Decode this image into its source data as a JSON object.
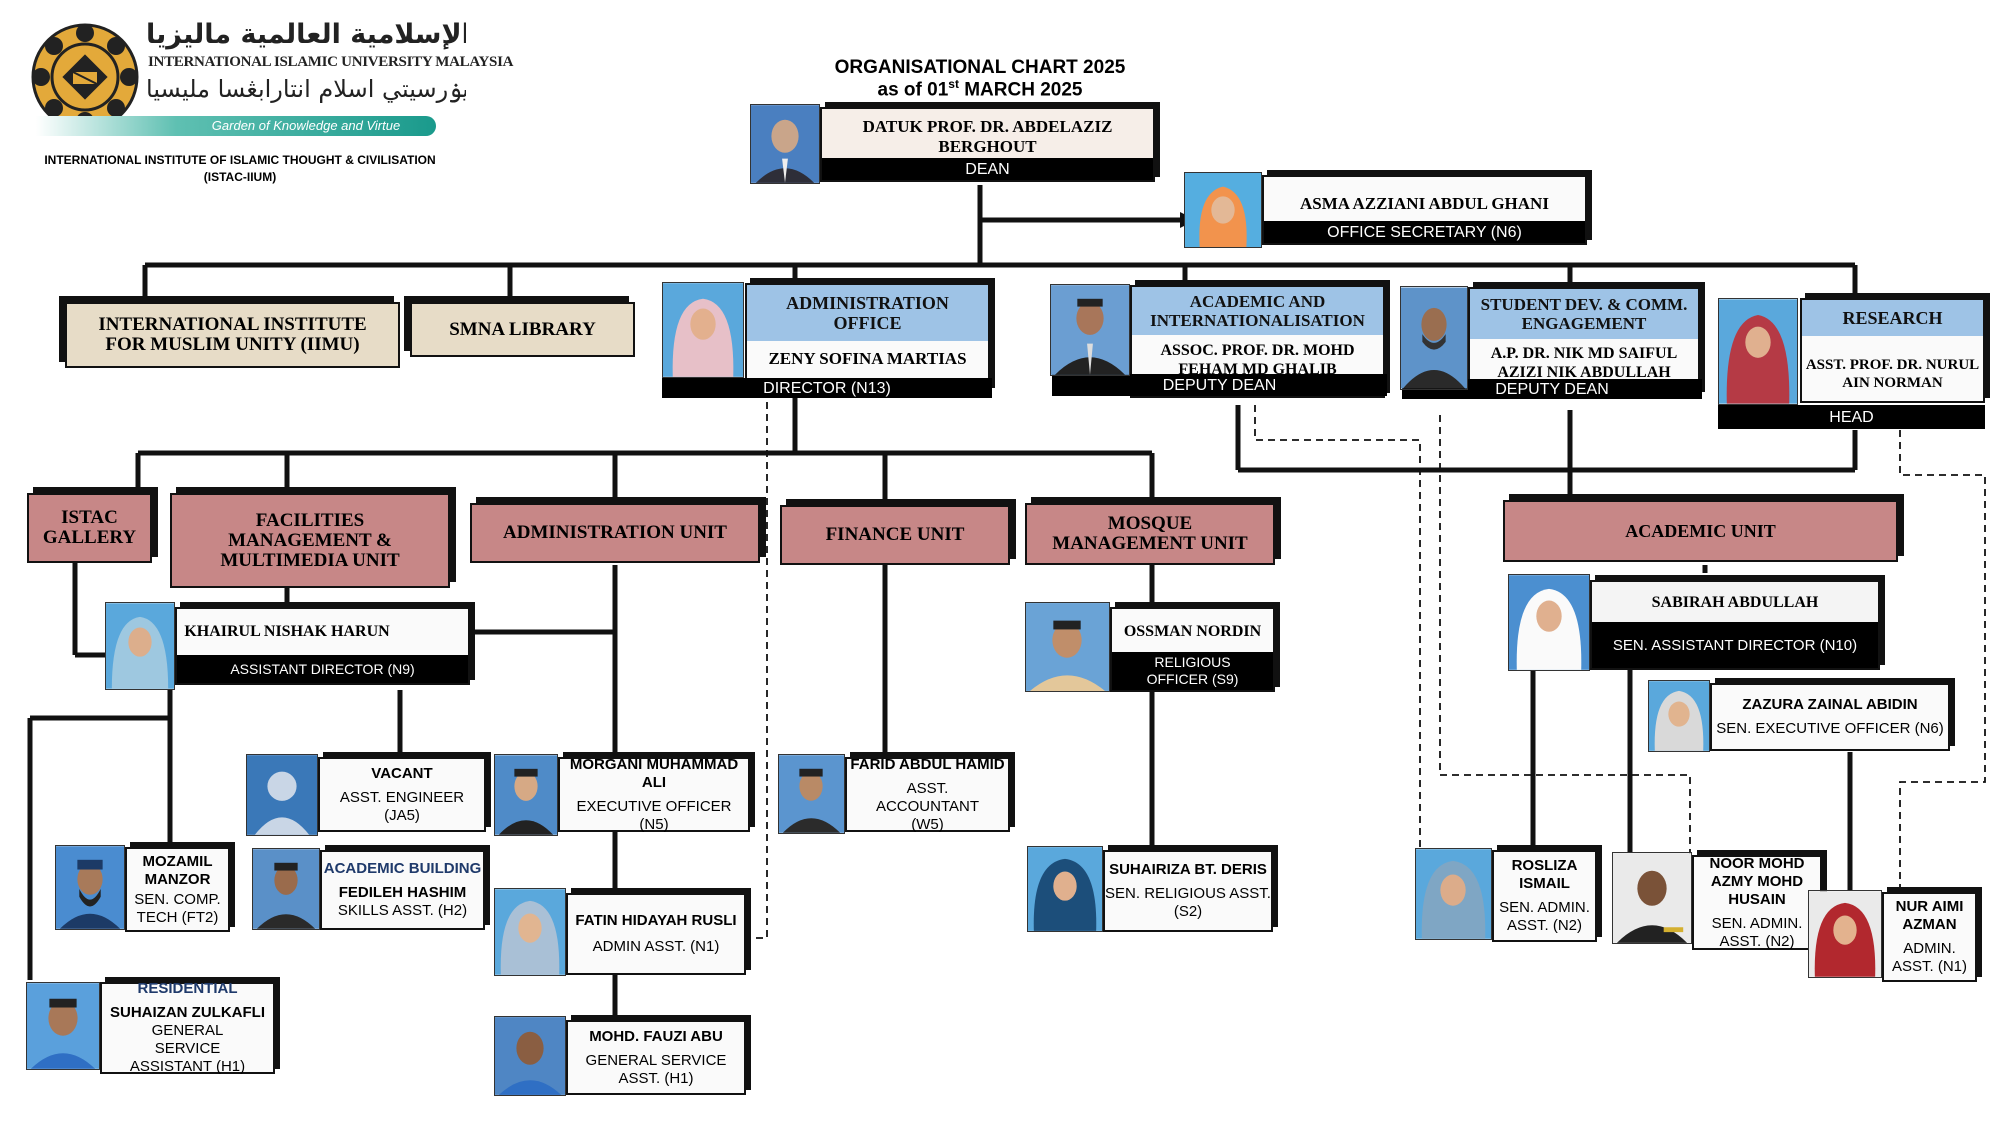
{
  "header": {
    "logo_arabic": "الجامعة الإسلامية العالمية ماليزيا",
    "logo_english": "INTERNATIONAL ISLAMIC UNIVERSITY MALAYSIA",
    "logo_jawi": "اونيۏرسيتي اسلام انتارابڠسا مليسيا",
    "logo_tagline": "Garden of Knowledge and Virtue",
    "institute_line1": "INTERNATIONAL INSTITUTE OF ISLAMIC THOUGHT & CIVILISATION",
    "institute_line2": "(ISTAC-IIUM)",
    "chart_title": "ORGANISATIONAL CHART 2025",
    "chart_date_prefix": "as of 01",
    "chart_date_sup": "st",
    "chart_date_suffix": " MARCH 2025"
  },
  "dean": {
    "name": "DATUK PROF. DR. ABDELAZIZ BERGHOUT",
    "position": "DEAN"
  },
  "secretary": {
    "name": "ASMA AZZIANI ABDUL GHANI",
    "position": "OFFICE SECRETARY (N6)"
  },
  "top_units": {
    "iimu": "INTERNATIONAL INSTITUTE FOR MUSLIM UNITY (IIMU)",
    "library": "SMNA LIBRARY"
  },
  "admin_office": {
    "title": "ADMINISTRATION OFFICE",
    "name": "ZENY SOFINA MARTIAS",
    "position": "DIRECTOR (N13)"
  },
  "academic_intl": {
    "title": "ACADEMIC AND INTERNATIONALISATION",
    "name": "ASSOC. PROF. DR. MOHD FEHAM MD GHALIB",
    "position": "DEPUTY DEAN"
  },
  "student_dev": {
    "title": "STUDENT DEV. & COMM. ENGAGEMENT",
    "name": "A.P. DR. NIK MD SAIFUL AZIZI NIK ABDULLAH",
    "position": "DEPUTY DEAN"
  },
  "research": {
    "title": "RESEARCH",
    "name": "ASST. PROF. DR. NURUL AIN NORMAN",
    "position": "HEAD"
  },
  "units": {
    "gallery": "ISTAC GALLERY",
    "facilities": "FACILITIES MANAGEMENT & MULTIMEDIA UNIT",
    "administration": "ADMINISTRATION UNIT",
    "finance": "FINANCE UNIT",
    "mosque": "MOSQUE MANAGEMENT UNIT",
    "academic": "ACADEMIC UNIT"
  },
  "staff": {
    "khairul": {
      "name": "KHAIRUL NISHAK HARUN",
      "position": "ASSISTANT DIRECTOR (N9)"
    },
    "ossman": {
      "name": "OSSMAN NORDIN",
      "position": "RELIGIOUS OFFICER (S9)"
    },
    "sabirah": {
      "name": "SABIRAH ABDULLAH",
      "position": "SEN. ASSISTANT DIRECTOR (N10)"
    },
    "zazura": {
      "name": "ZAZURA ZAINAL ABIDIN",
      "position": "SEN. EXECUTIVE OFFICER (N6)"
    },
    "vacant": {
      "name": "VACANT",
      "position": "ASST. ENGINEER (JA5)"
    },
    "morgani": {
      "name": "MORGANI MUHAMMAD ALI",
      "position": "EXECUTIVE OFFICER (N5)"
    },
    "farid": {
      "name": "FARID ABDUL HAMID",
      "position": "ASST. ACCOUNTANT (W5)"
    },
    "mozamil": {
      "name": "MOZAMIL MANZOR",
      "position": "SEN. COMP. TECH (FT2)"
    },
    "fedileh": {
      "label": "ACADEMIC BUILDING",
      "name": "FEDILEH HASHIM",
      "position": "SKILLS ASST. (H2)"
    },
    "fatin": {
      "name": "FATIN HIDAYAH RUSLI",
      "position": "ADMIN ASST. (N1)"
    },
    "suhairiza": {
      "name": "SUHAIRIZA BT. DERIS",
      "position": "SEN. RELIGIOUS ASST. (S2)"
    },
    "rosliza": {
      "name": "ROSLIZA ISMAIL",
      "position": "SEN. ADMIN. ASST. (N2)"
    },
    "noor": {
      "name": "NOOR MOHD AZMY MOHD HUSAIN",
      "position": "SEN. ADMIN. ASST. (N2)"
    },
    "nuraimi": {
      "name": "NUR AIMI AZMAN",
      "position": "ADMIN. ASST. (N1)"
    },
    "suhaizan": {
      "label": "RESIDENTIAL",
      "name": "SUHAIZAN ZULKAFLI",
      "position": "GENERAL SERVICE ASSISTANT (H1)"
    },
    "fauzi": {
      "name": "MOHD. FAUZI ABU",
      "position": "GENERAL SERVICE ASST. (H1)"
    }
  },
  "colors": {
    "unit_pink": "#c78787",
    "unit_beige": "#e7dcc7",
    "title_blue": "#9ec3e6",
    "logo_gold": "#e3a93a",
    "logo_teal": "#1a9a8c"
  }
}
